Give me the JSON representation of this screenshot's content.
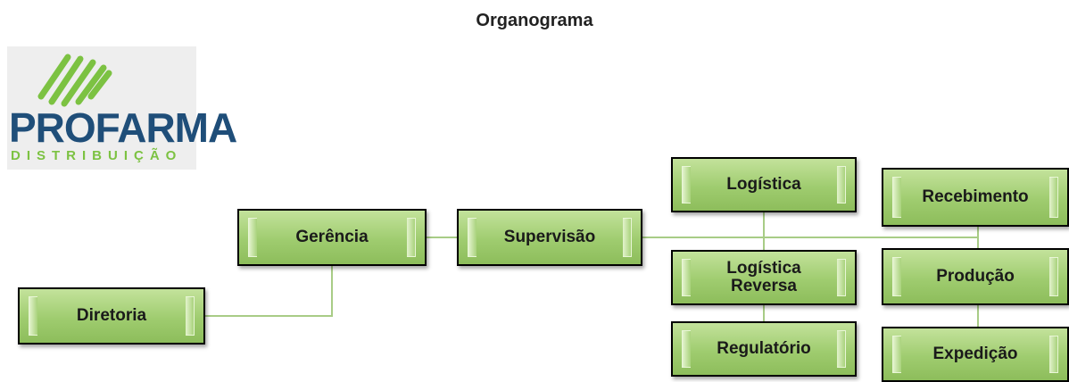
{
  "title": "Organograma",
  "logo": {
    "brand": "PROFARMA",
    "sub": "DISTRIBUIÇÃO",
    "colors": {
      "brand": "#1f4e79",
      "accent": "#7cc242"
    }
  },
  "org": {
    "diretoria": "Diretoria",
    "gerencia": "Gerência",
    "supervisao": "Supervisão",
    "logistica": "Logística",
    "logistica_reversa": "Logística Reversa",
    "regulatorio": "Regulatório",
    "recebimento": "Recebimento",
    "producao": "Produção",
    "expedicao": "Expedição"
  },
  "colors": {
    "box_fill": "#9fcc6f",
    "box_border": "#000000",
    "connector": "#a8cc86"
  }
}
